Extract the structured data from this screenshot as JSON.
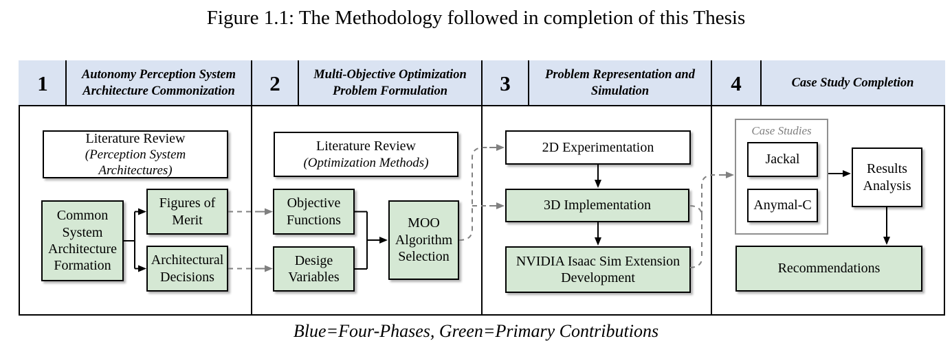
{
  "figure_title": "Figure 1.1: The Methodology followed in completion of this Thesis",
  "legend_caption": "Blue=Four-Phases, Green=Primary Contributions",
  "colors": {
    "phase_header_blue": "#dae3f2",
    "contribution_green": "#d5e8d4",
    "box_border": "#000000",
    "connector_gray": "#808080"
  },
  "phases": [
    {
      "number": "1",
      "title": "Autonomy Perception System Architecture Commonization"
    },
    {
      "number": "2",
      "title": "Multi-Objective Optimization Problem Formulation"
    },
    {
      "number": "3",
      "title": "Problem Representation and Simulation"
    },
    {
      "number": "4",
      "title": "Case Study Completion"
    }
  ],
  "boxes": {
    "lit_review_1": {
      "line1": "Literature Review",
      "line2": "(Perception System Architectures)"
    },
    "common_system": "Common System Architecture Formation",
    "figures_of_merit": "Figures of Merit",
    "architectural_decisions": "Architectural Decisions",
    "lit_review_2": {
      "line1": "Literature Review",
      "line2": "(Optimization Methods)"
    },
    "objective_functions": "Objective Functions",
    "design_variables": "Desige Variables",
    "moo_selection": "MOO Algorithm Selection",
    "experimentation_2d": "2D Experimentation",
    "implementation_3d": "3D Implementation",
    "isaac_sim": "NVIDIA Isaac Sim Extension Development",
    "case_studies_label": "Case Studies",
    "jackal": "Jackal",
    "anymal": "Anymal-C",
    "results_analysis": "Results Analysis",
    "recommendations": "Recommendations"
  }
}
